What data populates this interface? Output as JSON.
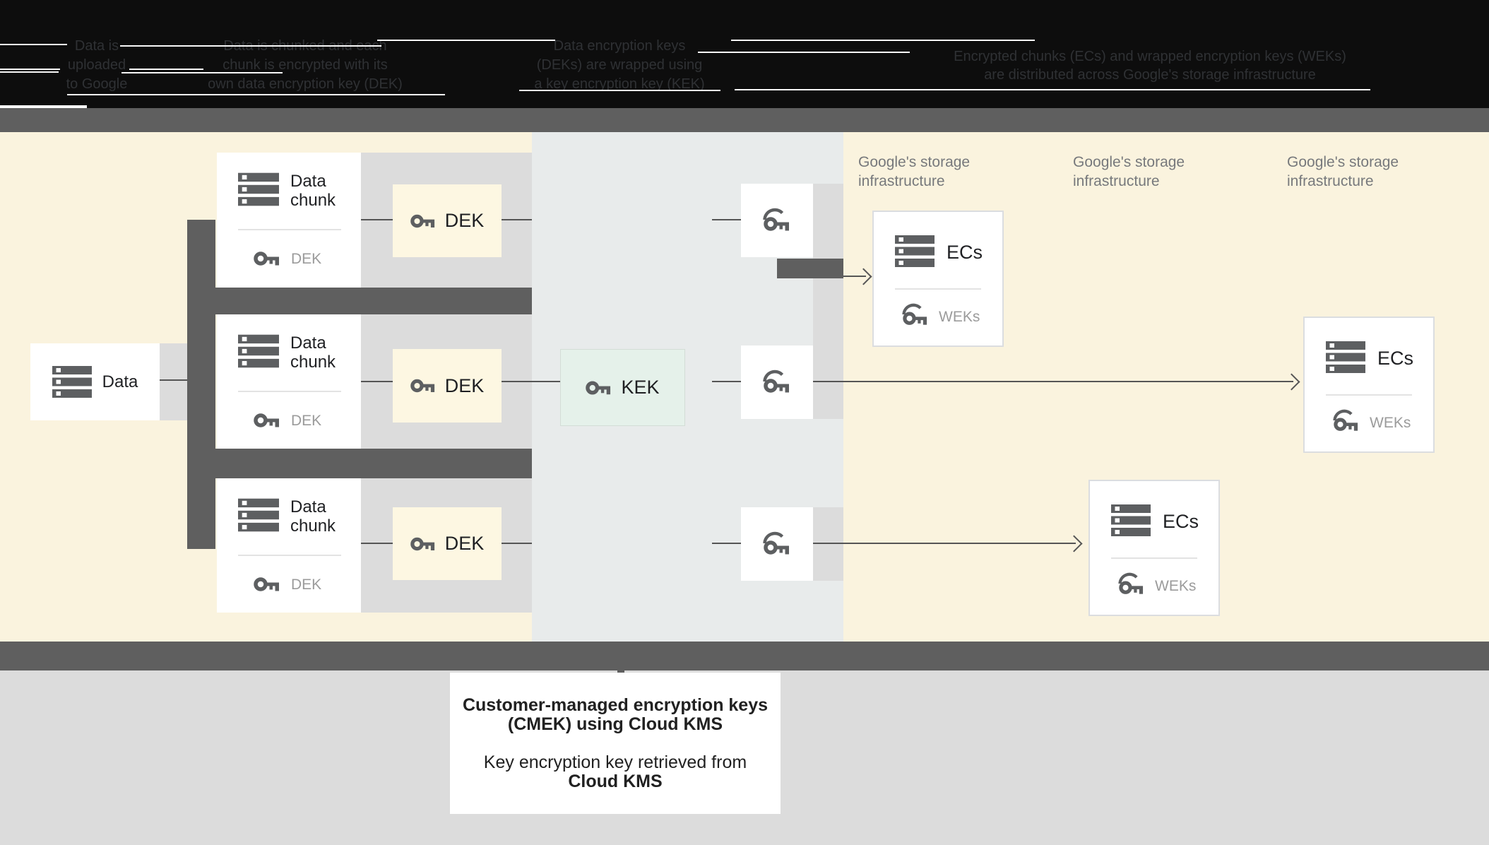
{
  "header": {
    "steps": [
      {
        "line1": "Data is",
        "line2": "uploaded",
        "line3": "to Google"
      },
      {
        "line1": "Data is chunked and each",
        "line2": "chunk is encrypted with its",
        "line3": "own data encryption key (DEK)"
      },
      {
        "line1": "Data encryption keys",
        "line2": "(DEKs) are wrapped using",
        "line3": "a key encryption key (KEK)"
      },
      {
        "line1": "Encrypted chunks (ECs) and wrapped encryption keys (WEKs)",
        "line2": "are distributed across Google's storage infrastructure"
      }
    ]
  },
  "diagram": {
    "data_box": {
      "label": "Data"
    },
    "chunk_cards": [
      {
        "title": "Data chunk",
        "key_label": "DEK"
      },
      {
        "title": "Data chunk",
        "key_label": "DEK"
      },
      {
        "title": "Data chunk",
        "key_label": "DEK"
      }
    ],
    "dek_boxes": [
      {
        "label": "DEK"
      },
      {
        "label": "DEK"
      },
      {
        "label": "DEK"
      }
    ],
    "kek_box": {
      "label": "KEK"
    },
    "storage_labels": [
      {
        "line1": "Google's storage",
        "line2": "infrastructure"
      },
      {
        "line1": "Google's storage",
        "line2": "infrastructure"
      },
      {
        "line1": "Google's storage",
        "line2": "infrastructure"
      }
    ],
    "ec_cards": [
      {
        "title": "ECs",
        "key_label": "WEKs"
      },
      {
        "title": "ECs",
        "key_label": "WEKs"
      },
      {
        "title": "ECs",
        "key_label": "WEKs"
      }
    ]
  },
  "footer": {
    "note": {
      "title_line1": "Customer-managed encryption keys",
      "title_line2": "(CMEK) using Cloud KMS",
      "body_line1": "Key encryption key retrieved from",
      "body_line2": "Cloud KMS"
    }
  },
  "colors": {
    "header_bg": "#0d0d0d",
    "header_text": "#2f3134",
    "bar_gray": "#5f5f5f",
    "cream": "#faf3de",
    "panel_blue": "#e8ebeb",
    "band_gray": "#dcdcdc",
    "dek_fill": "#fdf7e2",
    "kek_fill": "#e5f1ea",
    "card_border": "#dbdde0",
    "icon_gray": "#5d5f61",
    "muted_label": "#9b9b9b",
    "storage_label": "#77797c",
    "text_dark": "#1f2023",
    "footer_bg": "#dcdcdc",
    "connector": "#555555"
  }
}
